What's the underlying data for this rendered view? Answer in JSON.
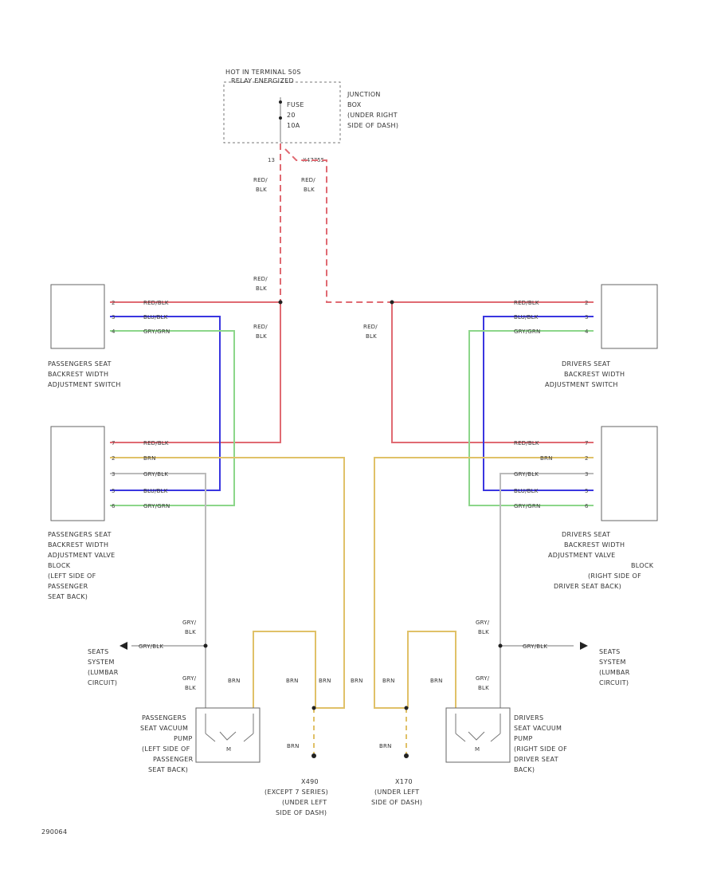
{
  "colors": {
    "red": "#e06a72",
    "blue": "#3a36e0",
    "green": "#8cd68a",
    "brown": "#e0c168",
    "gray": "#bbbbbb",
    "dark": "#222222"
  },
  "fuse_block": {
    "hot_line1": "HOT IN TERMINAL 50S",
    "hot_line2": "RELAY ENERGIZED",
    "fuse_line1": "FUSE",
    "fuse_line2": "20",
    "fuse_line3": "10A",
    "jb_line1": "JUNCTION",
    "jb_line2": "BOX",
    "jb_line3": "(UNDER RIGHT",
    "jb_line4": "SIDE OF DASH)",
    "pin_left": "13",
    "pin_right": "X47755"
  },
  "wires": {
    "red_blk": "RED/BLK",
    "red_blk_top": "RED/",
    "red_blk_bottom": "BLK",
    "blu_blk": "BLU/BLK",
    "gry_grn": "GRY/GRN",
    "brn": "BRN",
    "gry_blk": "GRY/BLK",
    "gry_blk_top": "GRY/",
    "gry_blk_bottom": "BLK"
  },
  "components": {
    "pass_switch": [
      "PASSENGERS SEAT",
      "BACKREST WIDTH",
      "ADJUSTMENT SWITCH"
    ],
    "driver_switch": [
      "DRIVERS SEAT",
      "BACKREST WIDTH",
      "ADJUSTMENT SWITCH"
    ],
    "pass_valve": [
      "PASSENGERS SEAT",
      "BACKREST WIDTH",
      "ADJUSTMENT VALVE",
      "BLOCK",
      "(LEFT SIDE OF",
      "PASSENGER",
      "SEAT BACK)"
    ],
    "driver_valve": [
      "DRIVERS SEAT",
      "BACKREST WIDTH",
      "ADJUSTMENT VALVE",
      "BLOCK",
      "(RIGHT SIDE OF",
      "DRIVER SEAT BACK)"
    ],
    "pass_pump": [
      "PASSENGERS",
      "SEAT VACUUM",
      "PUMP",
      "(LEFT SIDE OF",
      "PASSENGER",
      "SEAT BACK)"
    ],
    "driver_pump": [
      "DRIVERS",
      "SEAT VACUUM",
      "PUMP",
      "(RIGHT SIDE OF",
      "DRIVER SEAT",
      "BACK)"
    ],
    "seats_left": [
      "SEATS",
      "SYSTEM",
      "(LUMBAR",
      "CIRCUIT)"
    ],
    "seats_right": [
      "SEATS",
      "SYSTEM",
      "(LUMBAR",
      "CIRCUIT)"
    ],
    "ground_left": [
      "X490",
      "(EXCEPT 7 SERIES)",
      "(UNDER LEFT",
      "SIDE OF DASH)"
    ],
    "ground_right": [
      "X170",
      "(UNDER LEFT",
      "SIDE OF DASH)"
    ],
    "pump_motor": "M"
  },
  "footer": {
    "code": "290064"
  }
}
